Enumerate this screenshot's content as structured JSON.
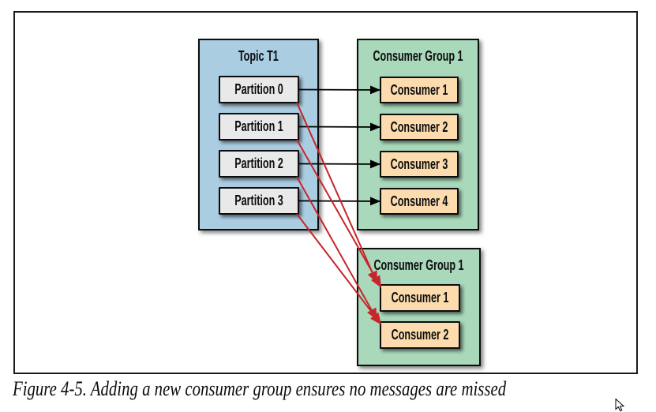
{
  "figure": {
    "caption": "Figure 4-5. Adding a new consumer group ensures no messages are missed"
  },
  "topic": {
    "title": "Topic T1",
    "partitions": [
      {
        "label": "Partition 0"
      },
      {
        "label": "Partition 1"
      },
      {
        "label": "Partition 2"
      },
      {
        "label": "Partition 3"
      }
    ]
  },
  "consumer_group_1": {
    "title": "Consumer Group 1",
    "consumers": [
      {
        "label": "Consumer 1"
      },
      {
        "label": "Consumer 2"
      },
      {
        "label": "Consumer 3"
      },
      {
        "label": "Consumer 4"
      }
    ]
  },
  "consumer_group_2": {
    "title": "Consumer Group 1",
    "consumers": [
      {
        "label": "Consumer 1"
      },
      {
        "label": "Consumer 2"
      }
    ]
  },
  "connections": {
    "black": [
      {
        "from": "partition-0",
        "to": "g1-consumer-0"
      },
      {
        "from": "partition-1",
        "to": "g1-consumer-1"
      },
      {
        "from": "partition-2",
        "to": "g1-consumer-2"
      },
      {
        "from": "partition-3",
        "to": "g1-consumer-3"
      }
    ],
    "red": [
      {
        "from": "partition-0",
        "to": "g2-consumer-0"
      },
      {
        "from": "partition-1",
        "to": "g2-consumer-0"
      },
      {
        "from": "partition-2",
        "to": "g2-consumer-1"
      },
      {
        "from": "partition-3",
        "to": "g2-consumer-1"
      }
    ]
  },
  "colors": {
    "topic_fill": "#aacde2",
    "group_fill": "#a9d8ba",
    "consumer_fill": "#fcdcae",
    "partition_fill": "#e9e9e9",
    "arrow_black": "#000000",
    "arrow_red": "#c5262c"
  },
  "cursor": "arrow-pointer"
}
